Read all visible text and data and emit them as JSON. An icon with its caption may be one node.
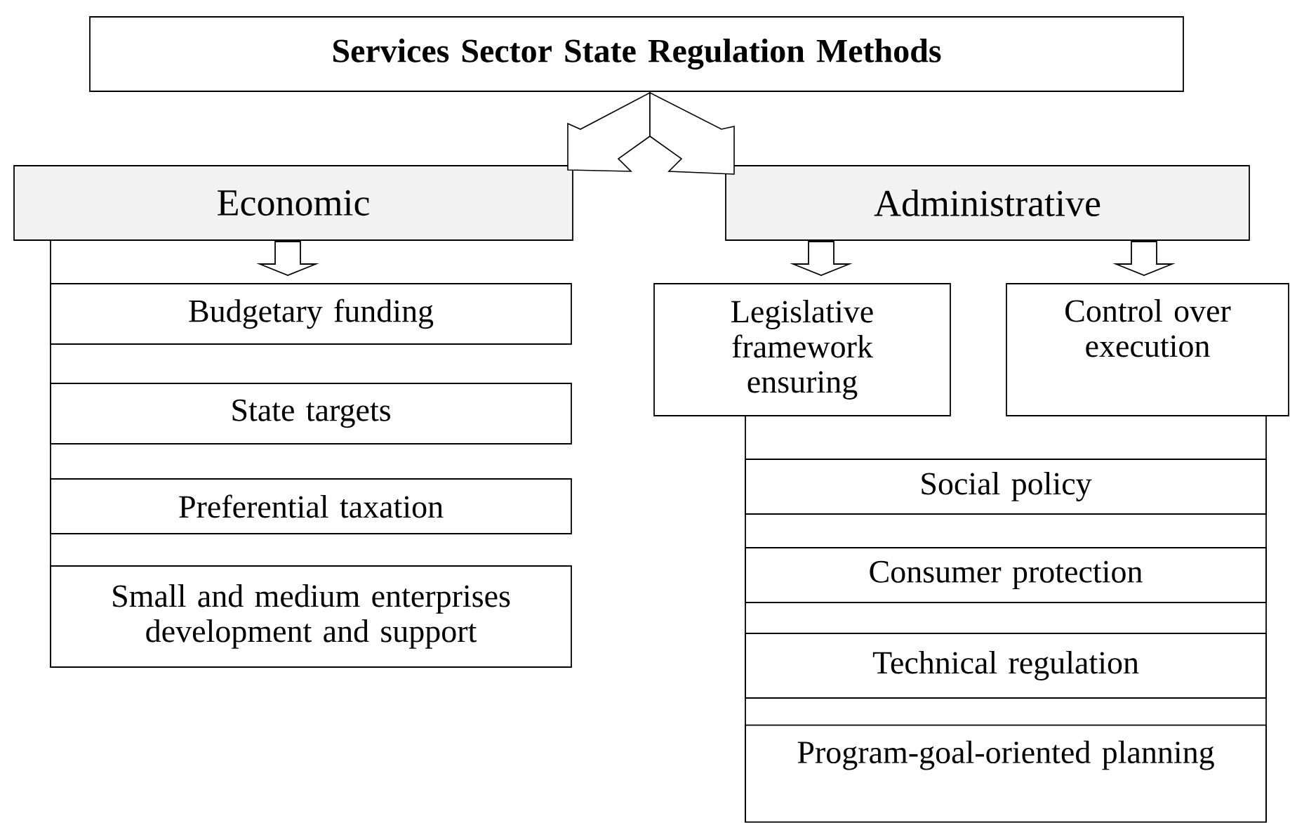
{
  "diagram": {
    "nodes": [
      {
        "text": [
          "Services Sector State Regulation Methods"
        ]
      },
      {
        "text": [
          "Economic"
        ]
      },
      {
        "text": [
          "Administrative"
        ]
      },
      {
        "text": [
          "Budgetary funding"
        ]
      },
      {
        "text": [
          "State targets"
        ]
      },
      {
        "text": [
          "Preferential taxation"
        ]
      },
      {
        "text": [
          "Small and medium enterprises development and support"
        ]
      },
      {
        "text": [
          "Legislative framework ensuring"
        ]
      },
      {
        "text": [
          "Control over execution"
        ]
      },
      {
        "text": [
          "Social policy"
        ]
      },
      {
        "text": [
          "Consumer protection"
        ]
      },
      {
        "text": [
          "Technical regulation"
        ]
      },
      {
        "text": [
          "Program-goal-oriented planning"
        ]
      }
    ],
    "edges": [
      {
        "from": 0,
        "to": 1,
        "arrow": "to"
      },
      {
        "from": 0,
        "to": 2,
        "arrow": "to"
      },
      {
        "from": 1,
        "to": 3,
        "arrow": "to"
      },
      {
        "from": 1,
        "to": 4,
        "arrow": "none"
      },
      {
        "from": 1,
        "to": 5,
        "arrow": "none"
      },
      {
        "from": 1,
        "to": 6,
        "arrow": "none"
      },
      {
        "from": 2,
        "to": 7,
        "arrow": "to"
      },
      {
        "from": 2,
        "to": 8,
        "arrow": "to"
      },
      {
        "from": 7,
        "to": 9,
        "arrow": "none"
      },
      {
        "from": 7,
        "to": 10,
        "arrow": "none"
      },
      {
        "from": 7,
        "to": 11,
        "arrow": "none"
      },
      {
        "from": 7,
        "to": 12,
        "arrow": "none"
      },
      {
        "from": 8,
        "to": 9,
        "arrow": "none"
      },
      {
        "from": 8,
        "to": 10,
        "arrow": "none"
      },
      {
        "from": 8,
        "to": 11,
        "arrow": "none"
      },
      {
        "from": 8,
        "to": 12,
        "arrow": "none"
      }
    ]
  }
}
